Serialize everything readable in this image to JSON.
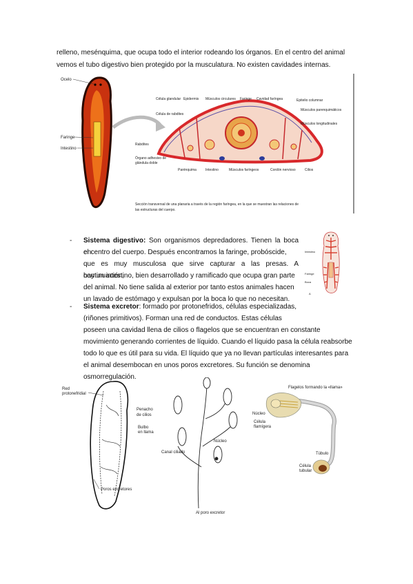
{
  "intro": {
    "line1": "relleno, mesénquima, que ocupa todo el interior rodeando los órganos. En el centro del animal",
    "line2": "vemos el tubo digestivo bien protegido por la musculatura. No existen cavidades internas."
  },
  "figure1": {
    "labels": {
      "ocelo": "Ocelo",
      "faringe": "Faringe",
      "intestino": "Intestino",
      "celula_glandular": "Célula glandular",
      "epidermis": "Epidermis",
      "musculos_circulares": "Músculos circulares",
      "faringe2": "Faringe",
      "cavidad_faringea": "Cavidad faríngea",
      "epitelio_columnar": "Epitelio columnar",
      "celula_rabdites": "Célula de rabdites",
      "musculos_parenquimaticos": "Músculos parenquimáticos",
      "musculos_longitudinales": "Músculos longitudinales",
      "rabdites": "Rabdites",
      "organo_adhesivo_1": "Órgano adhesivo de",
      "organo_adhesivo_2": "glándula doble",
      "parenquima": "Parénquima",
      "intestino2": "Intestino",
      "musculos_faringeos": "Músculos faríngeos",
      "cordon_nervioso": "Cordón nervioso",
      "cilios": "Cilios"
    },
    "caption_line1": "Sección transversal de una planaria a través de la región faríngea,  en la que se muestran las relaciones de",
    "caption_line2": "las estructuras del cuerpo."
  },
  "digestivo": {
    "heading": "Sistema digestivo:",
    "lines": [
      " Son organismos depredadores. Tienen la boca en",
      "el centro del cuerpo. Después encontramos la faringe, probóscide,",
      "que es muy musculosa que sirve capturar a las presas. A continuación,",
      "hay un intestino, bien desarrollado y ramificado que ocupa gran parte",
      "del animal. No tiene salida al exterior por tanto estos animales hacen",
      "un lavado de estómago y expulsan por la boca lo que no necesitan."
    ]
  },
  "figure2": {
    "intestino": "Intestino",
    "faringe": "Faringe",
    "boca": "Boca",
    "letter": "A"
  },
  "excretor": {
    "heading": "Sistema excretor",
    "lines": [
      ": formado por protonefridos, células especializadas,",
      "(riñones primitivos). Forman una red de conductos. Estas células",
      "poseen una cavidad llena de cilios o flagelos que se encuentran en constante",
      "movimiento generando corrientes de líquido. Cuando el líquido pasa la célula reabsorbe",
      "todo lo que es útil para su vida. El líquido que ya no llevan partículas interesantes para",
      "el animal desembocan en unos poros excretores. Su función se denomina",
      "osmorregulación."
    ]
  },
  "figure3": {
    "red_1": "Red",
    "red_2": "protonefridial",
    "poros": "Poros excretores",
    "penacho_1": "Penacho",
    "penacho_2": "de cilios",
    "bulbo_1": "Bulbo",
    "bulbo_2": "en llama",
    "nucleo": "Núcleo",
    "canal": "Canal ciliado",
    "al_poro": "Al poro excretor",
    "nucleo2": "Núcleo",
    "flagelos": "Flagelos formando la «llama»",
    "celula_flam_1": "Célula",
    "celula_flam_2": "flamígera",
    "tubulo": "Túbulo",
    "celula_tub_1": "Célula",
    "celula_tub_2": "tubular"
  }
}
